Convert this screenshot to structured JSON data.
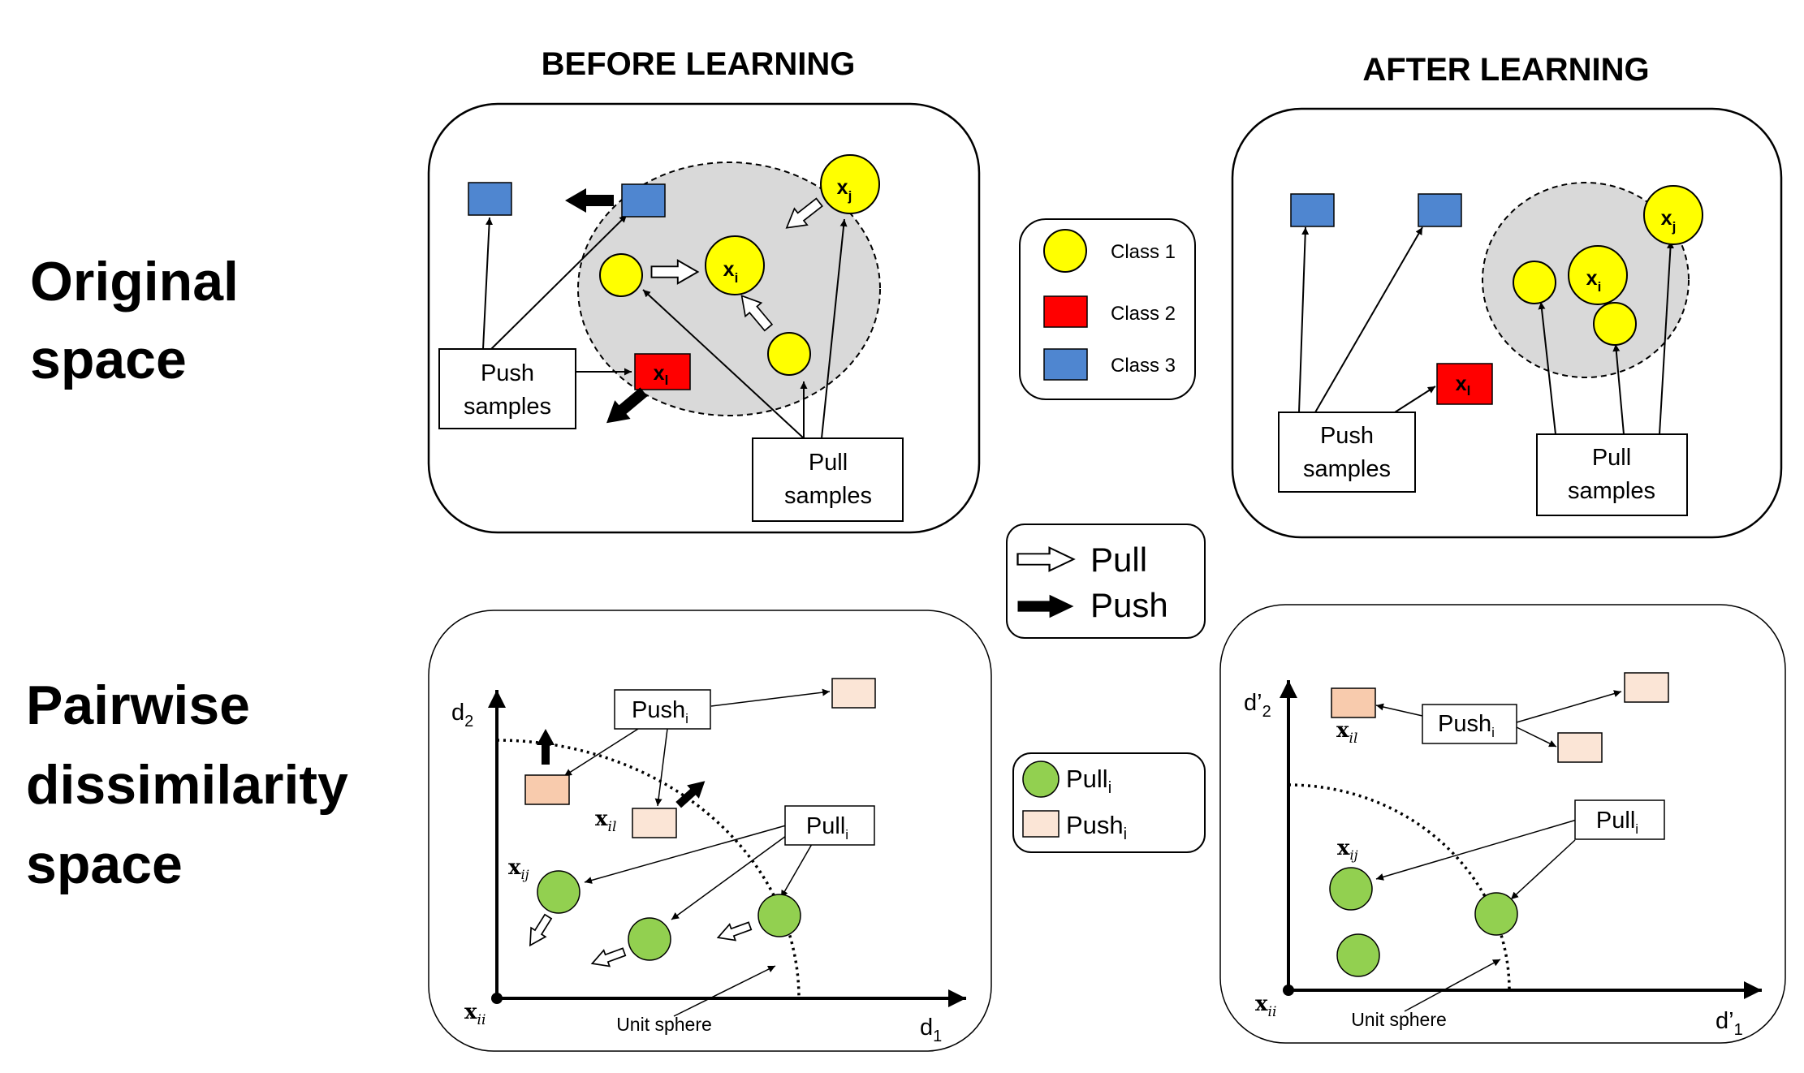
{
  "headers": {
    "before": "BEFORE LEARNING",
    "after": "AFTER LEARNING"
  },
  "row_labels": {
    "original": [
      "Original",
      "space"
    ],
    "pairwise": [
      "Pairwise",
      "dissimilarity",
      "space"
    ]
  },
  "boxes": {
    "push_samples": [
      "Push",
      "samples"
    ],
    "pull_samples": [
      "Pull",
      "samples"
    ],
    "push_i": "Push",
    "pull_i": "Pull",
    "sub_i": "i"
  },
  "legend_classes": [
    {
      "label": "Class 1",
      "color": "#ffff00",
      "shape": "circle"
    },
    {
      "label": "Class 2",
      "color": "#ff0000",
      "shape": "square"
    },
    {
      "label": "Class 3",
      "color": "#4f86d0",
      "shape": "square"
    }
  ],
  "legend_arrows": [
    {
      "label": "Pull",
      "style": "hollow-arrow"
    },
    {
      "label": "Push",
      "style": "solid-arrow"
    }
  ],
  "legend_pairwise": [
    {
      "label": "Pull",
      "sub": "i",
      "color": "#92d050",
      "shape": "circle"
    },
    {
      "label": "Push",
      "sub": "i",
      "color": "#fbe5d6",
      "shape": "square"
    }
  ],
  "symbols": {
    "x": "x",
    "i": "i",
    "j": "j",
    "l": "l"
  },
  "math_labels": {
    "xii": "x",
    "xii_sub": "ii",
    "xil": "x",
    "xil_sub": "il",
    "xij": "x",
    "xij_sub": "ij"
  },
  "axes": {
    "before": {
      "x": "d",
      "x_sub": "1",
      "y": "d",
      "y_sub": "2"
    },
    "after": {
      "x": "d’",
      "x_sub": "1",
      "y": "d’",
      "y_sub": "2"
    }
  },
  "unit_sphere": "Unit sphere",
  "colors": {
    "class1": "#ffff00",
    "class2": "#ff0000",
    "class3": "#4f86d0",
    "pull_green": "#92d050",
    "push_peach_dark": "#f8cbad",
    "push_peach_light": "#fbe5d6",
    "region_gray": "#d9d9d9"
  }
}
